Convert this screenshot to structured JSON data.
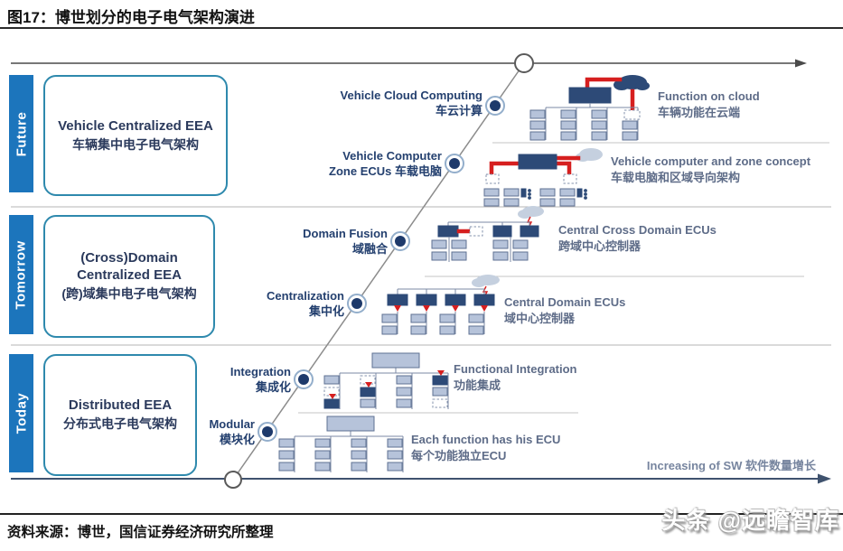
{
  "figure": {
    "title": "图17：博世划分的电子电气架构演进",
    "source": "资料来源：博世，国信证券经济研究所整理",
    "watermark": "头条 @远瞻智库",
    "sw_axis_label": "Increasing of SW 软件数量增长"
  },
  "eras": [
    {
      "label": "Future",
      "box_lines": [
        "Vehicle Centralized EEA",
        "车辆集中电子电气架构"
      ]
    },
    {
      "label": "Tomorrow",
      "box_lines": [
        "(Cross)Domain",
        "Centralized EEA",
        "(跨)域集中电子电气架构"
      ]
    },
    {
      "label": "Today",
      "box_lines": [
        "Distributed EEA",
        "分布式电子电气架构"
      ]
    }
  ],
  "stages": [
    {
      "line1": "Modular",
      "line2": "模块化"
    },
    {
      "line1": "Integration",
      "line2": "集成化"
    },
    {
      "line1": "Centralization",
      "line2": "集中化"
    },
    {
      "line1": "Domain Fusion",
      "line2": "域融合"
    },
    {
      "line1": "Vehicle Computer",
      "line2": "Zone ECUs 车载电脑"
    },
    {
      "line1": "Vehicle Cloud Computing",
      "line2": "车云计算"
    }
  ],
  "descriptions": [
    {
      "en": "Each function has his ECU",
      "zh": "每个功能独立ECU"
    },
    {
      "en": "Functional Integration",
      "zh": "功能集成"
    },
    {
      "en": "Central Domain ECUs",
      "zh": "域中心控制器"
    },
    {
      "en": "Central Cross Domain ECUs",
      "zh": "跨域中心控制器"
    },
    {
      "en": "Vehicle computer and zone concept",
      "zh": "车载电脑和区域导向架构"
    },
    {
      "en": "Function on cloud",
      "zh": "车辆功能在云端"
    }
  ],
  "colors": {
    "era_bar_blue": "#1c75bc",
    "era_box_border": "#2e89ad",
    "stage_text_navy": "#24406f",
    "description_gray_blue": "#5e6c88",
    "accent_red": "#d61f1f",
    "ecu_light_box": "#b6c3da",
    "ecu_dark_box": "#2d4a77"
  }
}
